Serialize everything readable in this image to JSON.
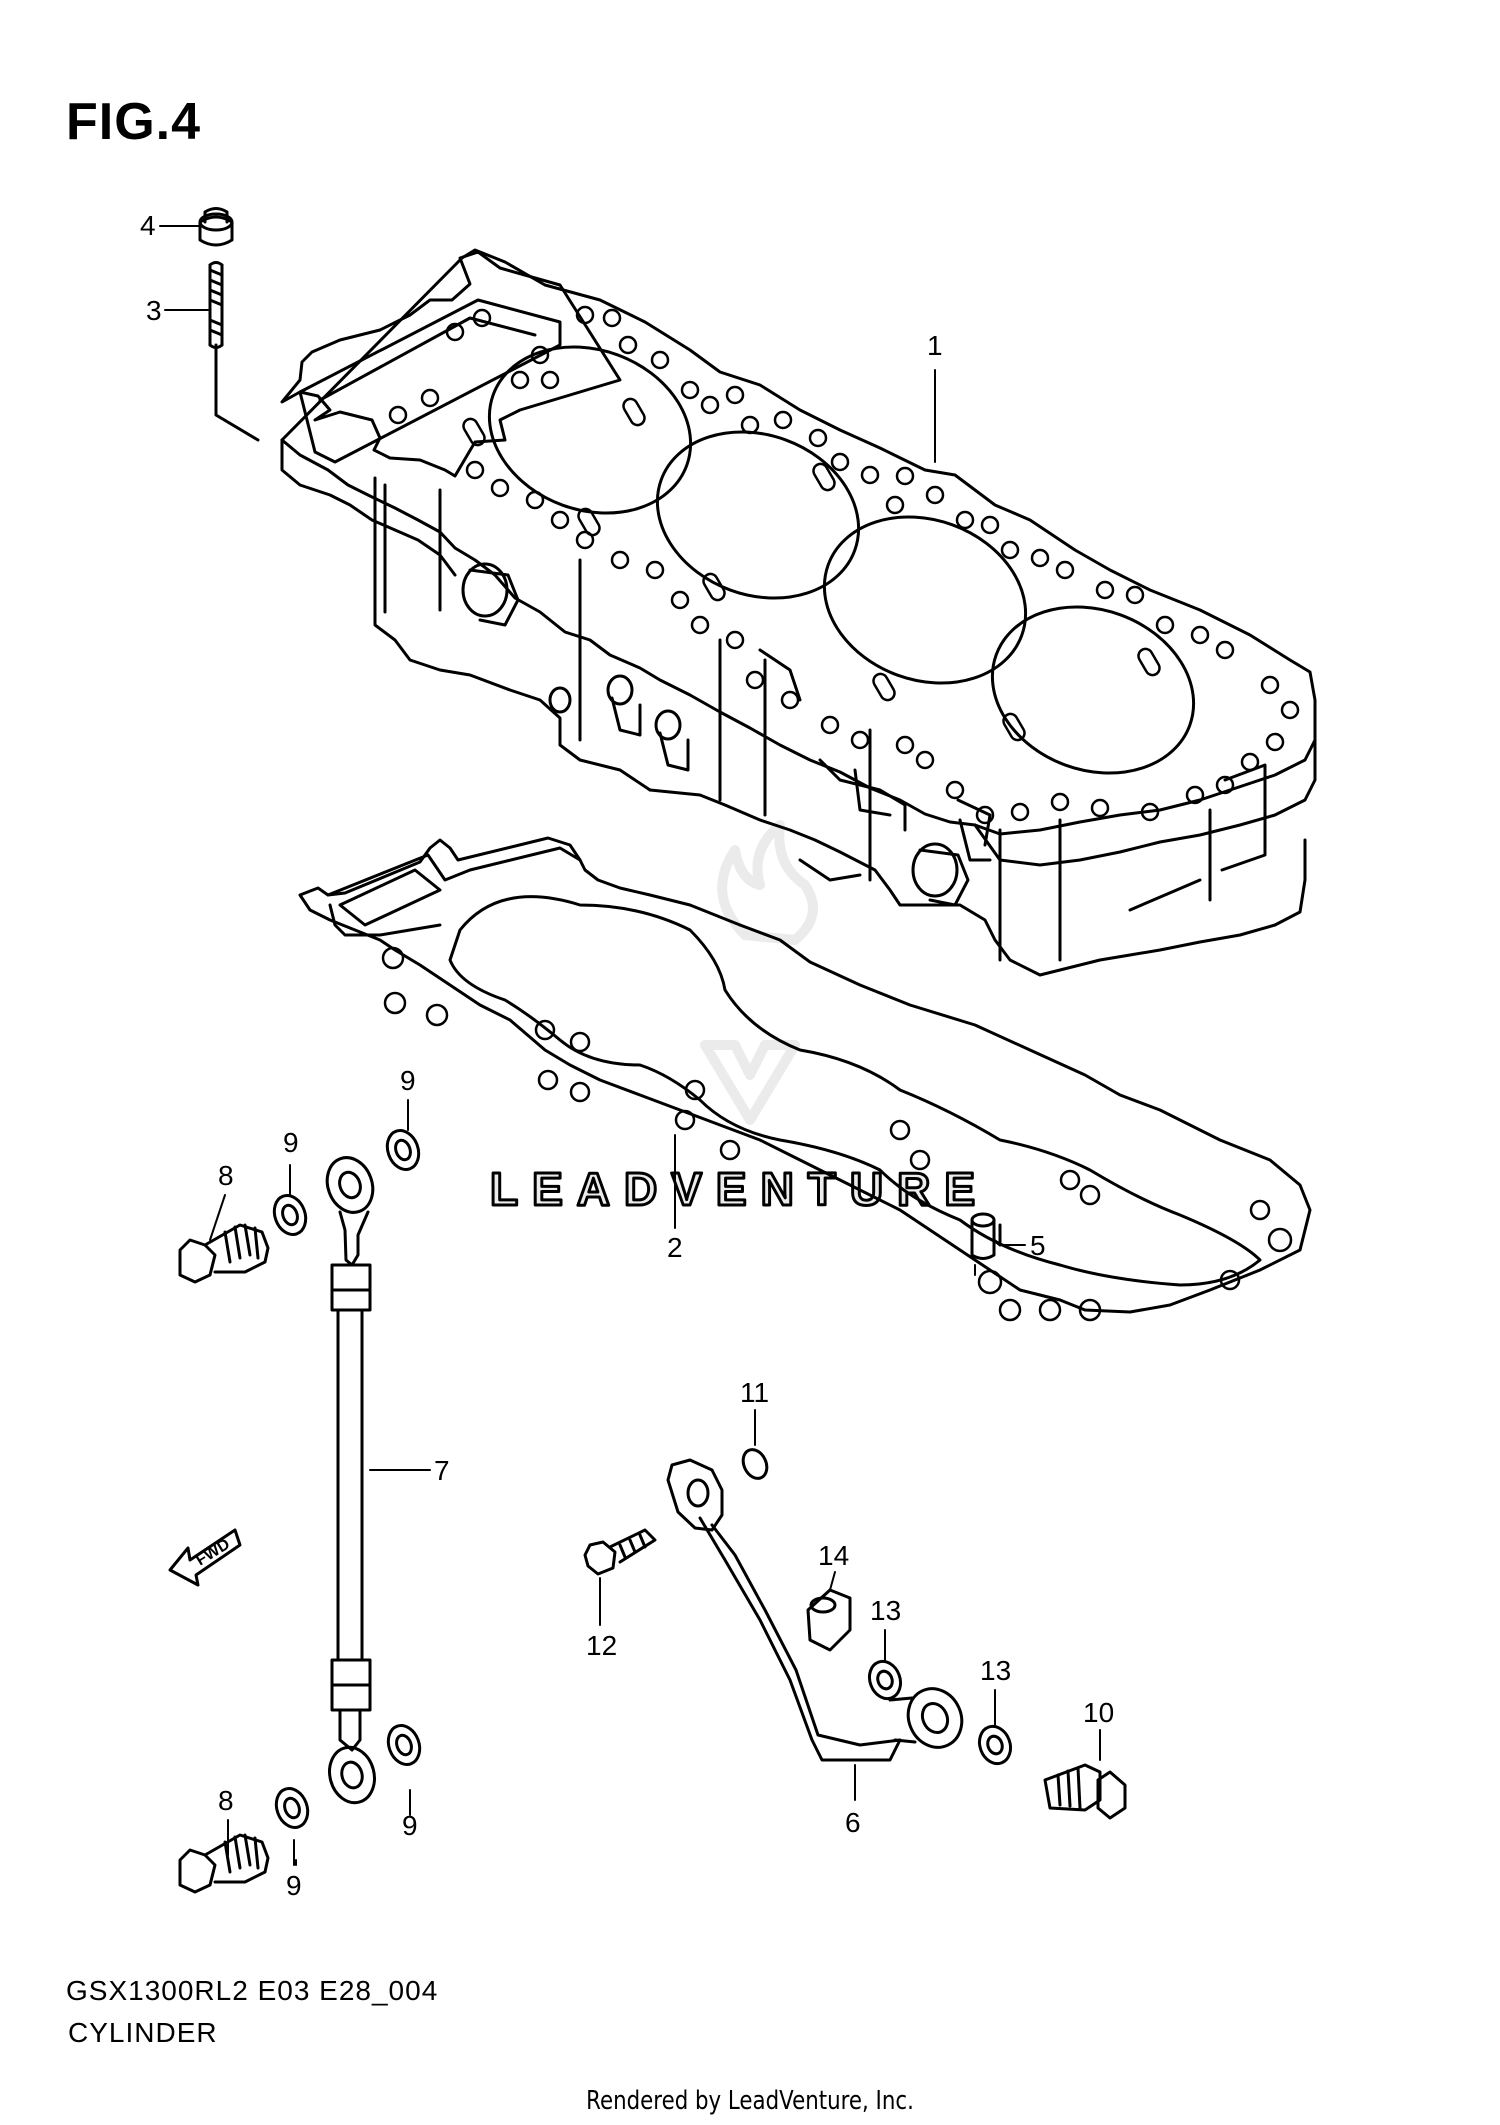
{
  "figure": {
    "title": "FIG.4",
    "model_code": "GSX1300RL2 E03 E28_004",
    "name": "CYLINDER",
    "rendered_by": "Rendered by LeadVenture, Inc.",
    "watermark": "LEADVENTURE",
    "fwd_label": "FWD"
  },
  "callouts": [
    {
      "id": "c4",
      "label": "4"
    },
    {
      "id": "c3",
      "label": "3"
    },
    {
      "id": "c1",
      "label": "1"
    },
    {
      "id": "c9a",
      "label": "9"
    },
    {
      "id": "c9b",
      "label": "9"
    },
    {
      "id": "c8a",
      "label": "8"
    },
    {
      "id": "c2",
      "label": "2"
    },
    {
      "id": "c5",
      "label": "5"
    },
    {
      "id": "c7",
      "label": "7"
    },
    {
      "id": "c11",
      "label": "11"
    },
    {
      "id": "c14",
      "label": "14"
    },
    {
      "id": "c13a",
      "label": "13"
    },
    {
      "id": "c12",
      "label": "12"
    },
    {
      "id": "c13b",
      "label": "13"
    },
    {
      "id": "c10",
      "label": "10"
    },
    {
      "id": "c8b",
      "label": "8"
    },
    {
      "id": "c9c",
      "label": "9"
    },
    {
      "id": "c6",
      "label": "6"
    },
    {
      "id": "c9d",
      "label": "9"
    }
  ]
}
